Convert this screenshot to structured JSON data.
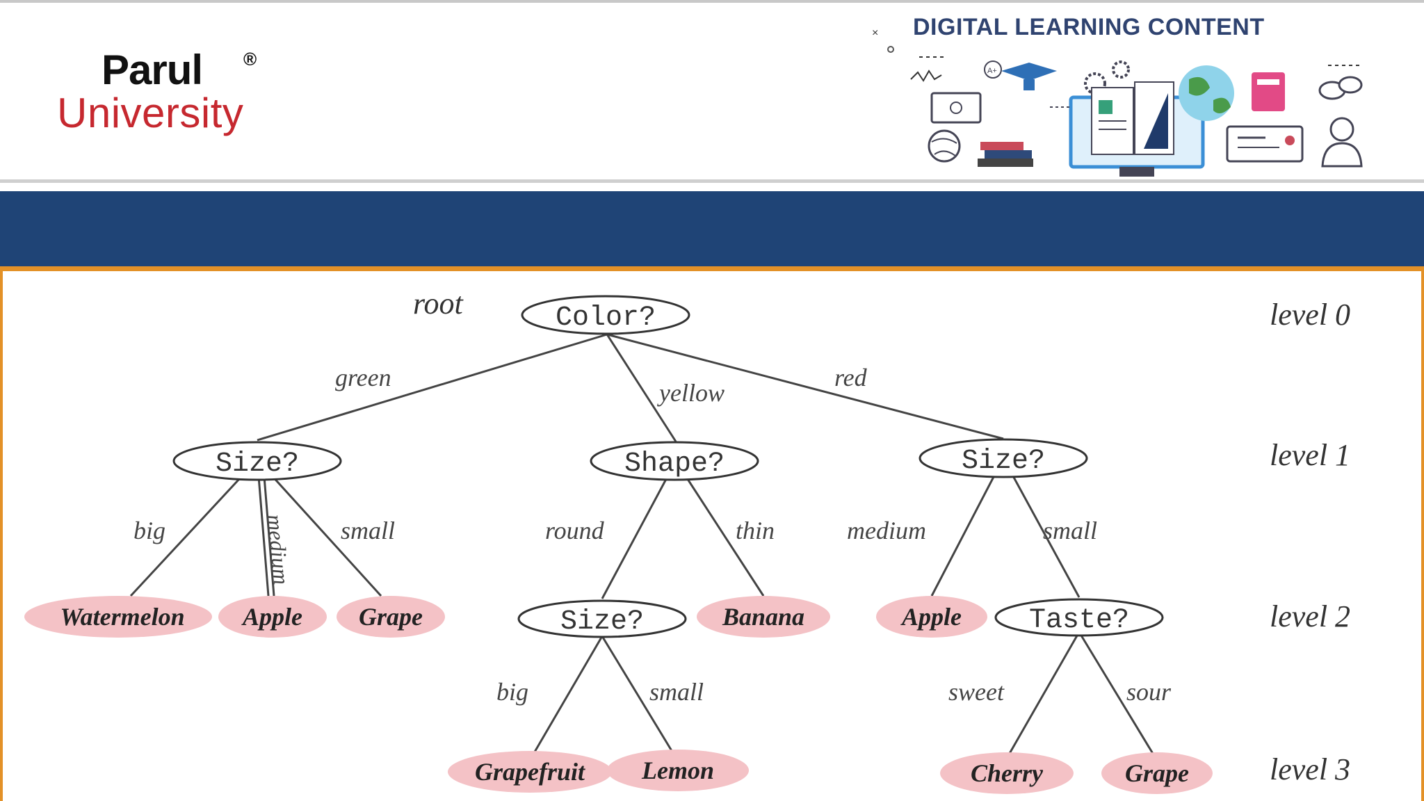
{
  "header": {
    "logo": {
      "name": "Parul",
      "registered": "®",
      "subtitle": "University"
    },
    "banner_title": "DIGITAL LEARNING CONTENT"
  },
  "diagram": {
    "root_label": "root",
    "levels": [
      "level 0",
      "level 1",
      "level 2",
      "level 3"
    ],
    "nodes": {
      "color": "Color?",
      "size_green": "Size?",
      "shape": "Shape?",
      "size_red": "Size?",
      "watermelon": "Watermelon",
      "apple_green": "Apple",
      "grape_green": "Grape",
      "size_round": "Size?",
      "banana": "Banana",
      "apple_red": "Apple",
      "taste": "Taste?",
      "grapefruit": "Grapefruit",
      "lemon": "Lemon",
      "cherry": "Cherry",
      "grape_red": "Grape"
    },
    "edges": {
      "green": "green",
      "yellow": "yellow",
      "red": "red",
      "big_1": "big",
      "medium_1": "medium",
      "small_1": "small",
      "round": "round",
      "thin": "thin",
      "medium_2": "medium",
      "small_2": "small",
      "big_2": "big",
      "small_3": "small",
      "sweet": "sweet",
      "sour": "sour"
    },
    "colors": {
      "leaf_fill": "#f4c2c6",
      "line": "#444444",
      "frame": "#e39127",
      "band": "#1f4476"
    }
  }
}
